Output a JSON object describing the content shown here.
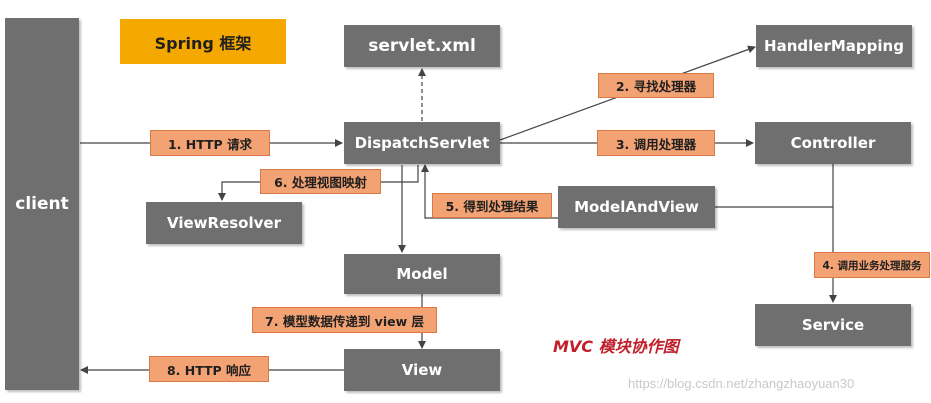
{
  "title": "Spring 框架",
  "caption": "MVC 模块协作图",
  "watermark": "https://blog.csdn.net/zhangzhaoyuan30",
  "boxes": {
    "client": "client",
    "servlet_xml": "servlet.xml",
    "dispatch_servlet": "DispatchServlet",
    "handler_mapping": "HandlerMapping",
    "controller": "Controller",
    "view_resolver": "ViewResolver",
    "model_and_view": "ModelAndView",
    "model": "Model",
    "view": "View",
    "service": "Service"
  },
  "labels": {
    "step1": "1. HTTP 请求",
    "step2": "2. 寻找处理器",
    "step3": "3. 调用处理器",
    "step4": "4. 调用业务处理服务",
    "step5": "5. 得到处理结果",
    "step6": "6. 处理视图映射",
    "step7": "7. 模型数据传递到 view 层",
    "step8": "8. HTTP 响应"
  },
  "colors": {
    "box": "#6f6f6f",
    "label": "#f3a273",
    "title": "#f5a800",
    "caption": "#c0202c"
  }
}
